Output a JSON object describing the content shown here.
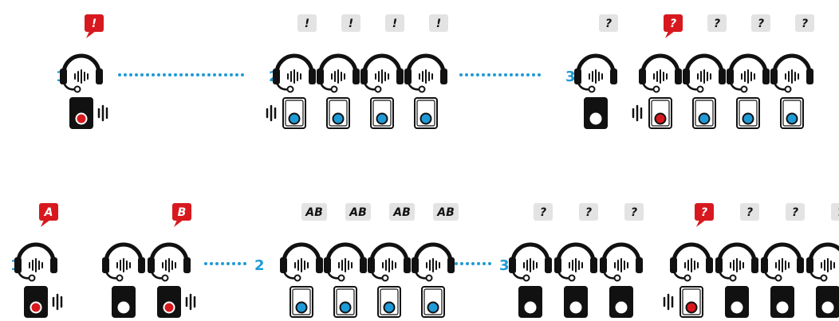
{
  "colors": {
    "accent_red": "#d7191f",
    "accent_blue": "#1f9ad6",
    "ink": "#111111",
    "badge_gray": "#e3e3e3",
    "white": "#ffffff"
  },
  "rows": [
    {
      "stages": [
        {
          "label": "1"
        },
        {
          "label": "2"
        },
        {
          "label": "3"
        }
      ],
      "headsets": [
        {
          "bubble": {
            "text": "!",
            "style": "red"
          },
          "device": "black-red",
          "sound_left": false,
          "sound_right": true
        },
        {
          "bubble": {
            "text": "!",
            "style": "gray"
          },
          "device": "white-blue",
          "sound_left": true,
          "sound_right": false
        },
        {
          "bubble": {
            "text": "!",
            "style": "gray"
          },
          "device": "white-blue",
          "sound_left": false,
          "sound_right": false
        },
        {
          "bubble": {
            "text": "!",
            "style": "gray"
          },
          "device": "white-blue",
          "sound_left": false,
          "sound_right": false
        },
        {
          "bubble": {
            "text": "!",
            "style": "gray"
          },
          "device": "white-blue",
          "sound_left": false,
          "sound_right": false
        },
        {
          "bubble": {
            "text": "?",
            "style": "gray"
          },
          "device": "black-white",
          "sound_left": false,
          "sound_right": false
        },
        {
          "bubble": {
            "text": "?",
            "style": "red"
          },
          "device": "white-red",
          "sound_left": true,
          "sound_right": false
        },
        {
          "bubble": {
            "text": "?",
            "style": "gray"
          },
          "device": "white-blue",
          "sound_left": false,
          "sound_right": false
        },
        {
          "bubble": {
            "text": "?",
            "style": "gray"
          },
          "device": "white-blue",
          "sound_left": false,
          "sound_right": false
        },
        {
          "bubble": {
            "text": "?",
            "style": "gray"
          },
          "device": "white-blue",
          "sound_left": false,
          "sound_right": false
        }
      ]
    },
    {
      "stages": [
        {
          "label": "1"
        },
        {
          "label": "2"
        },
        {
          "label": "3"
        }
      ],
      "headsets": [
        {
          "bubble": {
            "text": "A",
            "style": "red"
          },
          "device": "black-red",
          "sound_left": false,
          "sound_right": true
        },
        {
          "bubble": null,
          "device": "black-white",
          "sound_left": false,
          "sound_right": false
        },
        {
          "bubble": {
            "text": "B",
            "style": "red"
          },
          "device": "black-red",
          "sound_left": false,
          "sound_right": true
        },
        {
          "bubble": {
            "text": "AB",
            "style": "gray"
          },
          "device": "white-blue",
          "sound_left": false,
          "sound_right": false
        },
        {
          "bubble": {
            "text": "AB",
            "style": "gray"
          },
          "device": "white-blue",
          "sound_left": false,
          "sound_right": false
        },
        {
          "bubble": {
            "text": "AB",
            "style": "gray"
          },
          "device": "white-blue",
          "sound_left": false,
          "sound_right": false
        },
        {
          "bubble": {
            "text": "AB",
            "style": "gray"
          },
          "device": "white-blue",
          "sound_left": false,
          "sound_right": false
        },
        {
          "bubble": {
            "text": "?",
            "style": "gray"
          },
          "device": "black-white",
          "sound_left": false,
          "sound_right": false
        },
        {
          "bubble": {
            "text": "?",
            "style": "gray"
          },
          "device": "black-white",
          "sound_left": false,
          "sound_right": false
        },
        {
          "bubble": {
            "text": "?",
            "style": "gray"
          },
          "device": "black-white",
          "sound_left": false,
          "sound_right": false
        },
        {
          "bubble": {
            "text": "?",
            "style": "red"
          },
          "device": "white-red",
          "sound_left": true,
          "sound_right": false
        },
        {
          "bubble": {
            "text": "?",
            "style": "gray"
          },
          "device": "black-white",
          "sound_left": false,
          "sound_right": false
        },
        {
          "bubble": {
            "text": "?",
            "style": "gray"
          },
          "device": "black-white",
          "sound_left": false,
          "sound_right": false
        },
        {
          "bubble": {
            "text": "?",
            "style": "gray"
          },
          "device": "black-white",
          "sound_left": false,
          "sound_right": false
        }
      ]
    }
  ]
}
